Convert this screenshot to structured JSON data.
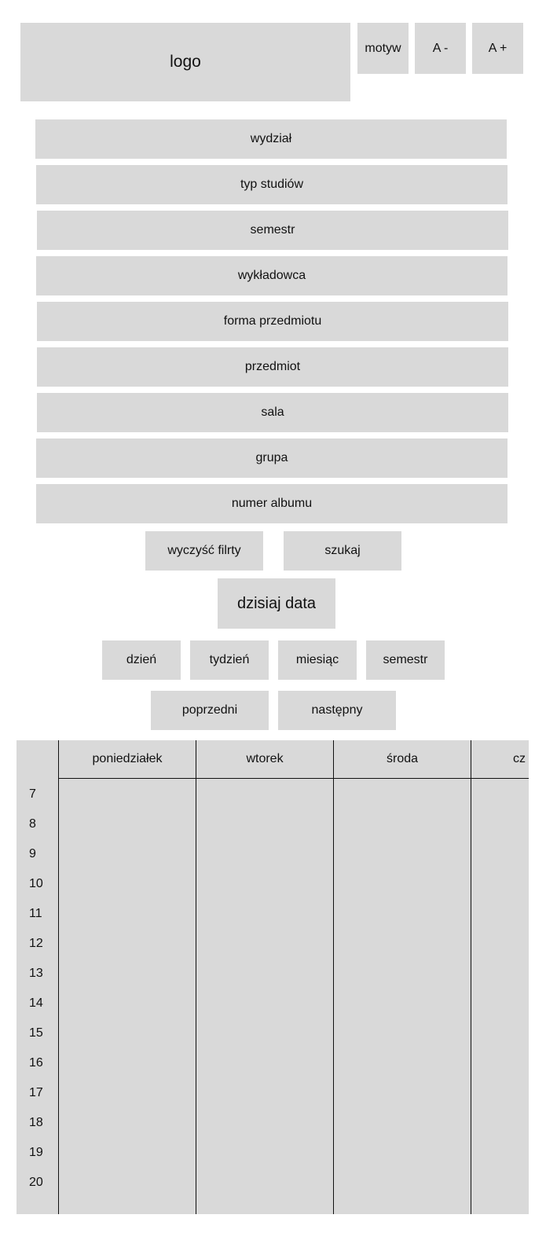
{
  "header": {
    "logo_text": "logo",
    "theme_label": "motyw",
    "font_decrease_label": "A -",
    "font_increase_label": "A +"
  },
  "filters": [
    {
      "label": "wydział"
    },
    {
      "label": "typ studiów"
    },
    {
      "label": "semestr"
    },
    {
      "label": "wykładowca"
    },
    {
      "label": "forma przedmiotu"
    },
    {
      "label": "przedmiot"
    },
    {
      "label": "sala"
    },
    {
      "label": "grupa"
    },
    {
      "label": "numer albumu"
    }
  ],
  "actions": {
    "clear_label": "wyczyść filrty",
    "search_label": "szukaj"
  },
  "today_label": "dzisiaj data",
  "views": {
    "day": "dzień",
    "week": "tydzień",
    "month": "miesiąc",
    "semester": "semestr"
  },
  "navigation": {
    "prev": "poprzedni",
    "next": "następny"
  },
  "calendar": {
    "days": [
      "poniedziałek",
      "wtorek",
      "środa",
      "cz"
    ],
    "hours": [
      "7",
      "8",
      "9",
      "10",
      "11",
      "12",
      "13",
      "14",
      "15",
      "16",
      "17",
      "18",
      "19",
      "20"
    ]
  }
}
